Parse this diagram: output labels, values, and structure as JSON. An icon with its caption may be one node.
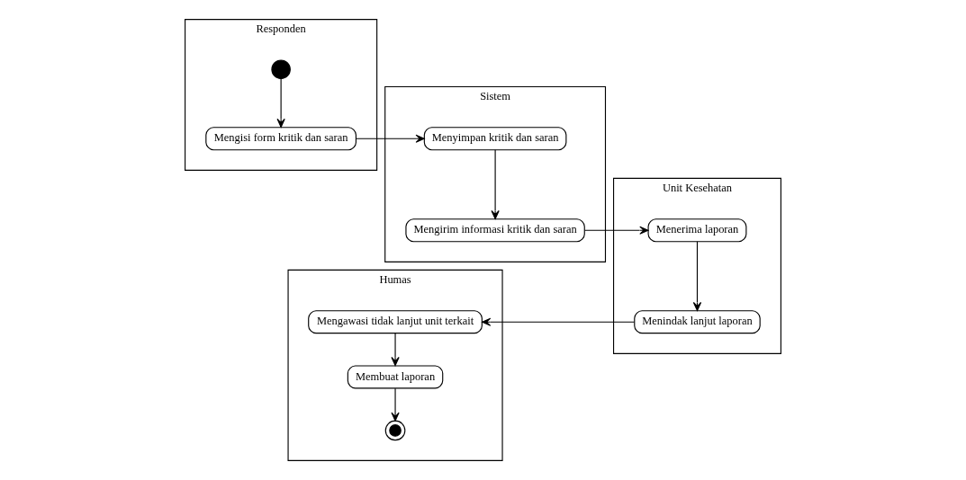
{
  "diagram": {
    "nodes": [
      {
        "text": [
          "Responden"
        ]
      },
      {
        "text": [
          "Sistem"
        ]
      },
      {
        "text": [
          "Humas"
        ]
      },
      {
        "text": [
          "Unit Kesehatan"
        ]
      },
      {
        "text": [],
        "shape": "circle",
        "in": 0
      },
      {
        "text": [
          "Mengisi form kritik dan saran"
        ],
        "in": 0
      },
      {
        "text": [
          "Menyimpan kritik dan saran"
        ],
        "in": 1
      },
      {
        "text": [
          "Mengirim informasi kritik dan saran"
        ],
        "in": 1
      },
      {
        "text": [
          "Menerima laporan"
        ],
        "in": 3
      },
      {
        "text": [
          "Menindak lanjut laporan"
        ],
        "in": 3
      },
      {
        "text": [
          "Mengawasi tidak lanjut unit terkait"
        ],
        "in": 2
      },
      {
        "text": [
          "Membuat laporan"
        ],
        "in": 2
      },
      {
        "text": [],
        "shape": "circle",
        "in": 2
      }
    ],
    "edges": [
      {
        "from": 4,
        "to": 5,
        "arrow": "to"
      },
      {
        "from": 5,
        "to": 6,
        "arrow": "to"
      },
      {
        "from": 6,
        "to": 7,
        "arrow": "to"
      },
      {
        "from": 7,
        "to": 8,
        "arrow": "to"
      },
      {
        "from": 8,
        "to": 9,
        "arrow": "to"
      },
      {
        "from": 9,
        "to": 10,
        "arrow": "to"
      },
      {
        "from": 10,
        "to": 11,
        "arrow": "to"
      },
      {
        "from": 11,
        "to": 12,
        "arrow": "to"
      }
    ]
  }
}
